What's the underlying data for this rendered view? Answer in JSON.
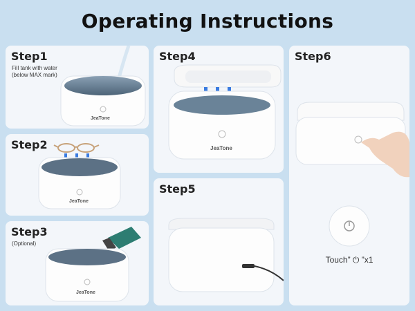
{
  "title": "Operating Instructions",
  "brand": "JeaTone",
  "steps": [
    {
      "label": "Step1",
      "note_line1": "Fill tank with water",
      "note_line2": "(below MAX mark)"
    },
    {
      "label": "Step2"
    },
    {
      "label": "Step3",
      "note_line1": "(Optional)"
    },
    {
      "label": "Step4"
    },
    {
      "label": "Step5"
    },
    {
      "label": "Step6",
      "touch_text": "Touch” ⏻ ”x1"
    }
  ],
  "colors": {
    "background": "#c9dff0",
    "card": "#f3f6fa",
    "arrow": "#3a7be0",
    "device": "#ffffff"
  }
}
